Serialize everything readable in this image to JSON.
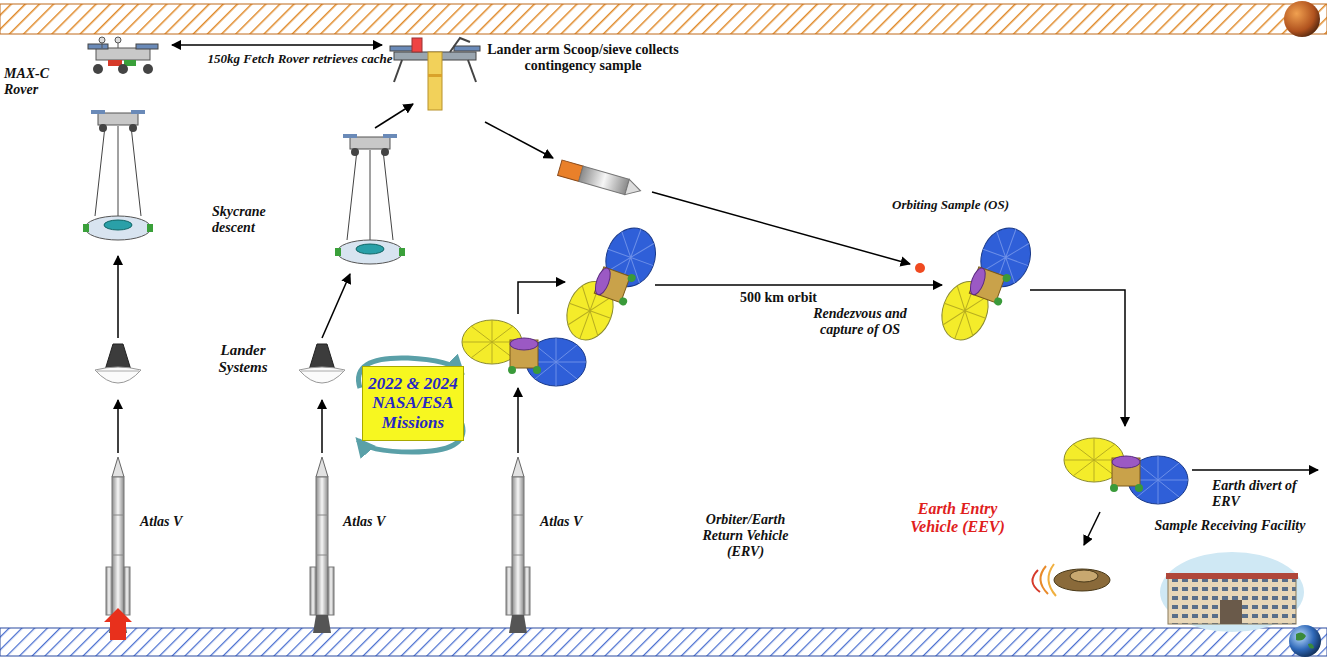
{
  "diagram": {
    "nodes": [
      {
        "text": [
          "2022 & 2024 NASA/ESA Missions"
        ]
      }
    ],
    "labels": [
      "MAX-C Rover",
      "150kg Fetch Rover retrieves cache",
      "Lander arm Scoop/sieve collects contingency sample",
      "Skycrane descent",
      "Lander Systems",
      "Atlas V",
      "Atlas V",
      "Atlas V",
      "Orbiting Sample (OS)",
      "500 km orbit",
      "Rendezvous and capture of OS",
      "Orbiter/Earth Return Vehicle (ERV)",
      "Earth Entry Vehicle (EEV)",
      "Earth divert of ERV",
      "Sample Receiving Facility"
    ]
  }
}
